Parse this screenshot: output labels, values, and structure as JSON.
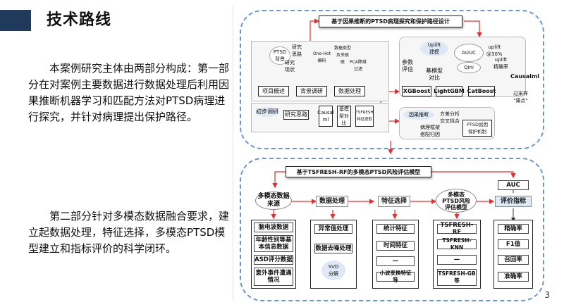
{
  "title": "技术路线",
  "left": {
    "para1": "本案例研究主体由两部分构成：第一部分在对案例主要数据进行数据处理后利用因果推断机器学习和匹配方法对PTSD病理进行探究，并针对病理提出保护路径。",
    "para2": "第二部分针对多模态数据融合要求，建立起数据处理，特征选择，多模态PTSD模型建立和指标评价的科学闭环。"
  },
  "top_panel": {
    "header": "基于因果推断的PTSD病理探究和保护路径设计",
    "research": {
      "ptsd_bg": "PTSD\n背景",
      "research_idea": "研究\n思路",
      "research_status": "研究\n现状",
      "onehot": "One-Hot\n编码",
      "data_type": "数据类型\n及关联\n联",
      "pca": "PCA降维\n过滤",
      "project_overview": "项目概述",
      "background_research": "背景调研",
      "data_processing": "数据处理",
      "preliminary_research": "初步调研",
      "research_path": "研究思路",
      "causal": "Causal\nml",
      "base_compare": "基模\n型对\n比",
      "tsfresh": "TSFRESH\n特征提取"
    },
    "uplift": {
      "uplift_model": "Uplift\n建模",
      "params": "参数\n评估",
      "base_compare": "基模型\n对比",
      "auuc": "AUUC",
      "qini": "Qini",
      "uplift30": "uplift\n@30%",
      "uplift_precision": "uplift\n精确率",
      "causalml": "Causalml",
      "overfit": "过采样\n\"痛点\""
    },
    "models": [
      "XGBoost",
      "LightGBM",
      "CatBoost"
    ],
    "factors": {
      "factor_analysis": "因果推断",
      "variance": "方差分析\n交叉拟合",
      "pathology": "病理框架\n搭配归因",
      "protection": "PTSD追因\n保护机制"
    }
  },
  "bottom_panel": {
    "header": "基于TSFRESH-RF的多模态PTSD风险评估模型",
    "columns": [
      {
        "head": "多模态数据\n来源",
        "items": [
          "脑电波数据",
          "年龄性别等基本信息数据",
          "ASD评分数据",
          "意外事件遭遇情况"
        ]
      },
      {
        "head": "数据处理",
        "items": [
          "异常值处理",
          "数据去噪处理"
        ],
        "svd": "SVD\n分解"
      },
      {
        "head": "特征选择",
        "items": [
          "统计特征",
          "时间特征",
          "—",
          "小波变换特征等"
        ]
      },
      {
        "head": "多模态\nPTSD风险\n评估模型",
        "items": [
          "TSFRESH-RF",
          "TSFRESH-KNN",
          "—",
          "TSFRESH-GB\n等"
        ]
      }
    ],
    "auc": "AUC",
    "metric_label": "评价指标",
    "metrics": [
      "精确率",
      "F1值",
      "召回率",
      "准确率"
    ]
  },
  "page_number": "3",
  "colors": {
    "accent": "#e03030",
    "panel_border": "#6a96d0",
    "title_bar": "#1f3a5c"
  }
}
